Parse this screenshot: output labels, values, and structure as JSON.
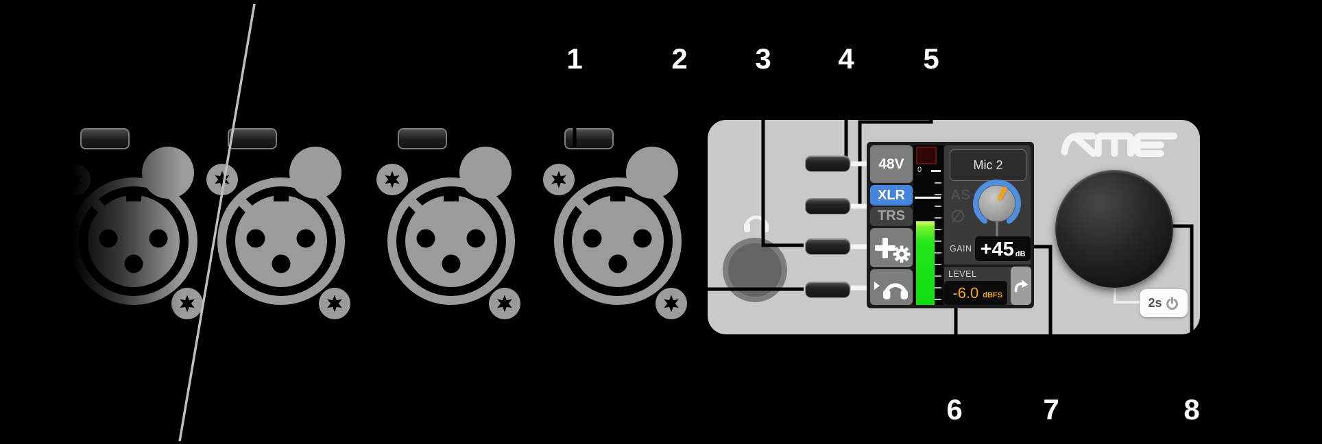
{
  "callout_labels": {
    "c1": "1",
    "c2": "2",
    "c3": "3",
    "c4": "4",
    "c5": "5",
    "c6": "6",
    "c7": "7",
    "c8": "8"
  },
  "brand": {
    "logo": "RME"
  },
  "display": {
    "phantom_power": "48V",
    "input_mode_xlr": "XLR",
    "input_mode_trs": "TRS",
    "channel_name": "Mic 2",
    "autoset": "AS",
    "phase_symbol": "∅",
    "meter_zero": "0",
    "gain_label": "GAIN",
    "gain_value": "+45",
    "gain_unit": "dB",
    "level_label": "LEVEL",
    "level_value": "-6.0",
    "level_unit": "dBFS"
  },
  "power_badge": {
    "hold_time": "2s"
  },
  "colors": {
    "panel_gray": "#c9c9c9",
    "xlr_active_blue": "#4585dd",
    "meter_green": "#18e418",
    "gain_pointer_orange": "#f0a01e",
    "level_amber": "#f2a71c",
    "connector_gray": "#9b9b9b",
    "clip_red": "#5e1414"
  },
  "icons": {
    "list": "headphone-icon, plus-icon, gear-icon, headphone-output-icon, return-arrow-icon, power-icon, torx-screw-icon, xlr-connector"
  }
}
